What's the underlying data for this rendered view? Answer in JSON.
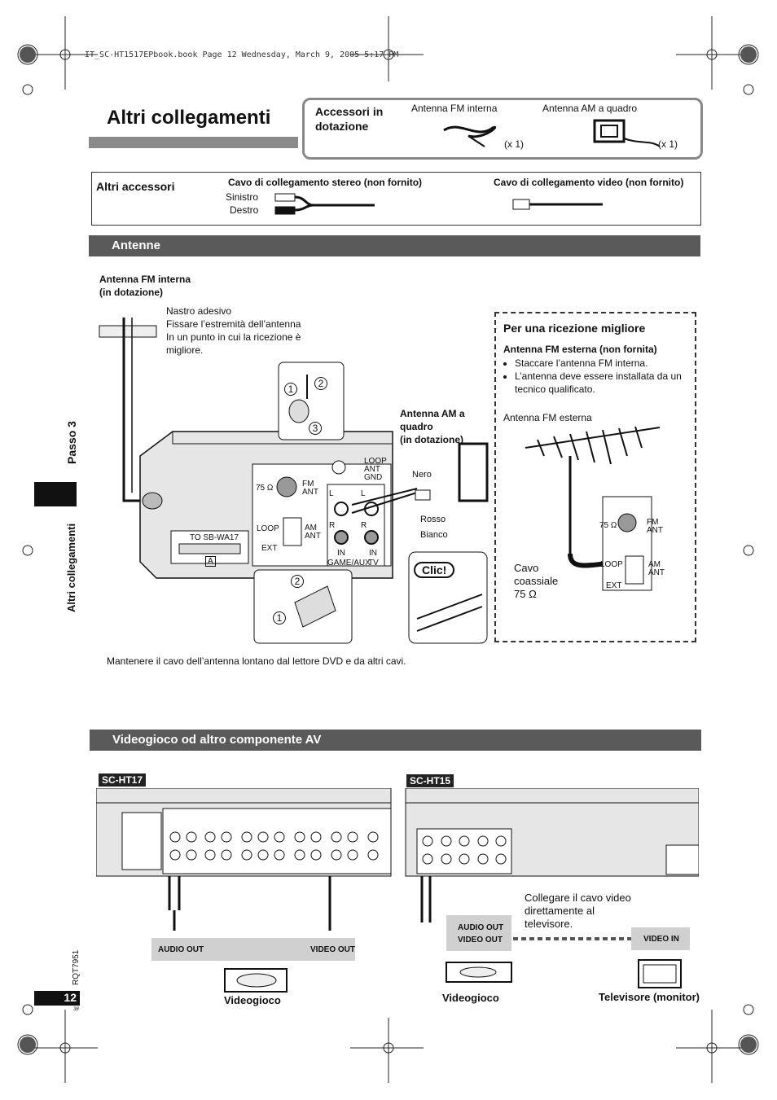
{
  "header_line": "IT_SC-HT1517EPbook.book  Page 12  Wednesday, March 9, 2005  5:17 PM",
  "page_title": "Altri collegamenti",
  "supplied": {
    "heading": "Accessori in dotazione",
    "fm_label": "Antenna FM interna",
    "am_label": "Antenna AM a quadro",
    "fm_qty": "(x 1)",
    "am_qty": "(x 1)"
  },
  "other_accessories": {
    "heading": "Altri accessori",
    "stereo_cable": "Cavo di collegamento stereo (non fornito)",
    "video_cable": "Cavo di collegamento video (non fornito)",
    "left": "Sinistro",
    "right": "Destro"
  },
  "antenne": {
    "section_title": "Antenne",
    "fm_indoor_label_1": "Antenna FM interna",
    "fm_indoor_label_2": "(in dotazione)",
    "tape_note": [
      "Nastro adesivo",
      "Fissare l’estremità dell’antenna",
      "In un punto in cui la ricezione è",
      "migliore."
    ],
    "am_loop_label": [
      "Antenna AM a",
      "quadro",
      "(in dotazione)"
    ],
    "nero": "Nero",
    "rosso": "Rosso",
    "bianco": "Bianco",
    "clic": "Clic!",
    "better_reception": {
      "title": "Per una ricezione migliore",
      "subtitle": "Antenna FM esterna (non fornita)",
      "bullets": [
        "Staccare l’antenna FM interna.",
        "L’antenna deve essere installata da un tecnico qualificato."
      ],
      "outdoor_label": "Antenna FM esterna",
      "coax_label": [
        "Cavo",
        "coassiale",
        "75 Ω"
      ]
    },
    "panel": {
      "loop_ant_gnd": [
        "LOOP",
        "ANT",
        "GND"
      ],
      "fm_ant": [
        "FM",
        "ANT"
      ],
      "ohm": "75 Ω",
      "loop": "LOOP",
      "ext": "EXT",
      "am_ant": [
        "AM",
        "ANT"
      ],
      "to_sbwa17": "TO SB-WA17",
      "a_mark": "A",
      "game_aux": "GAME/AUX",
      "tv": "TV",
      "in": "IN",
      "l": "L",
      "r": "R"
    },
    "steps": [
      "1",
      "2",
      "3"
    ],
    "footnote": "Mantenere il cavo dell’antenna lontano dal lettore DVD e da altri cavi."
  },
  "side": {
    "tab_label": "Passo 3",
    "section_label": "Altri collegamenti",
    "doc_code": "RQT7951",
    "page_number": "12",
    "page_sub": "38"
  },
  "videogioco": {
    "section_title": "Videogioco od altro componente AV",
    "left_model": "SC-HT17",
    "right_model": "SC-HT15",
    "audio_out": "AUDIO OUT",
    "video_out": "VIDEO OUT",
    "video_in": "VIDEO IN",
    "device_left": "Videogioco",
    "device_right": "Videogioco",
    "tv_label": "Televisore (monitor)",
    "note": [
      "Collegare il cavo video",
      "direttamente al",
      "televisore."
    ]
  }
}
